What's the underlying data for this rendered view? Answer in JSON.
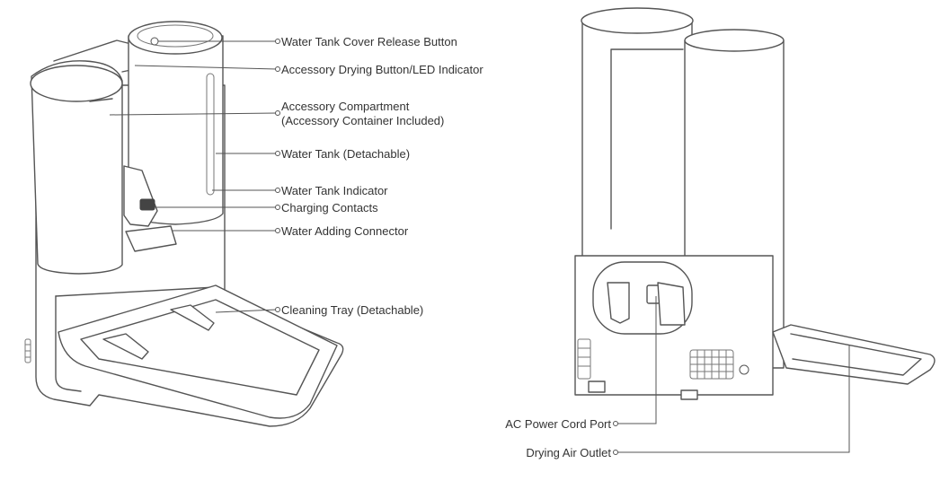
{
  "labels": {
    "water_tank_cover_release_button": "Water Tank Cover Release Button",
    "accessory_drying_button": "Accessory Drying Button/LED Indicator",
    "accessory_compartment_line1": "Accessory Compartment",
    "accessory_compartment_line2": "(Accessory Container Included)",
    "water_tank": "Water Tank (Detachable)",
    "water_tank_indicator": "Water Tank Indicator",
    "charging_contacts": "Charging Contacts",
    "water_adding_connector": "Water Adding Connector",
    "cleaning_tray": "Cleaning Tray (Detachable)",
    "ac_power_cord_port": "AC Power Cord Port",
    "drying_air_outlet": "Drying Air Outlet"
  }
}
